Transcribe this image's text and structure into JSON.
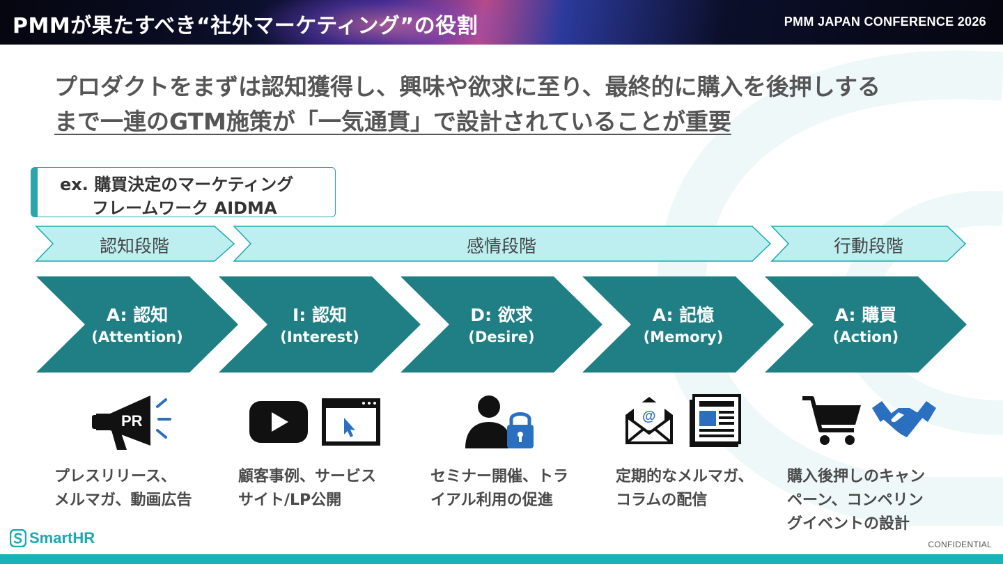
{
  "header": {
    "title": "PMMが果たすべき“社外マーケティング”の役割",
    "conference": "PMM JAPAN CONFERENCE 2026"
  },
  "headline": {
    "line1": "プロダクトをまずは認知獲得し、興味や欲求に至り、最終的に購入を後押しする",
    "line2_pre": "まで一連のGTM施策が「一気通貫」で設計されていることが重要"
  },
  "example_box": {
    "line1": "ex. 購買決定のマーケティング",
    "line2": "フレームワーク AIDMA"
  },
  "stages": [
    {
      "label": "認知段階"
    },
    {
      "label": "感情段階"
    },
    {
      "label": "行動段階"
    }
  ],
  "steps": [
    {
      "main": "A: 認知",
      "sub": "(Attention)"
    },
    {
      "main": "I: 認知",
      "sub": "(Interest)"
    },
    {
      "main": "D: 欲求",
      "sub": "(Desire)"
    },
    {
      "main": "A: 記憶",
      "sub": "(Memory)"
    },
    {
      "main": "A: 購買",
      "sub": "(Action)"
    }
  ],
  "icons": {
    "pr_text": "PR",
    "email_symbol": "@"
  },
  "descriptions": [
    {
      "line1": "プレスリリース、",
      "line2": "メルマガ、動画広告",
      "line3": ""
    },
    {
      "line1": "顧客事例、サービス",
      "line2": "サイト/LP公開",
      "line3": ""
    },
    {
      "line1": "セミナー開催、トラ",
      "line2": "イアル利用の促進",
      "line3": ""
    },
    {
      "line1": "定期的なメルマガ、",
      "line2": "コラムの配信",
      "line3": ""
    },
    {
      "line1": "購入後押しのキャン",
      "line2": "ペーン、コンペリン",
      "line3": "グイベントの設計"
    }
  ],
  "footer": {
    "logo_text": "SmartHR",
    "confidential": "CONFIDENTIAL"
  },
  "colors": {
    "teal_dark": "#1f7f84",
    "teal_light": "#bdeef0",
    "teal_accent": "#19b2b8",
    "icon_blue": "#2a6fc0"
  }
}
